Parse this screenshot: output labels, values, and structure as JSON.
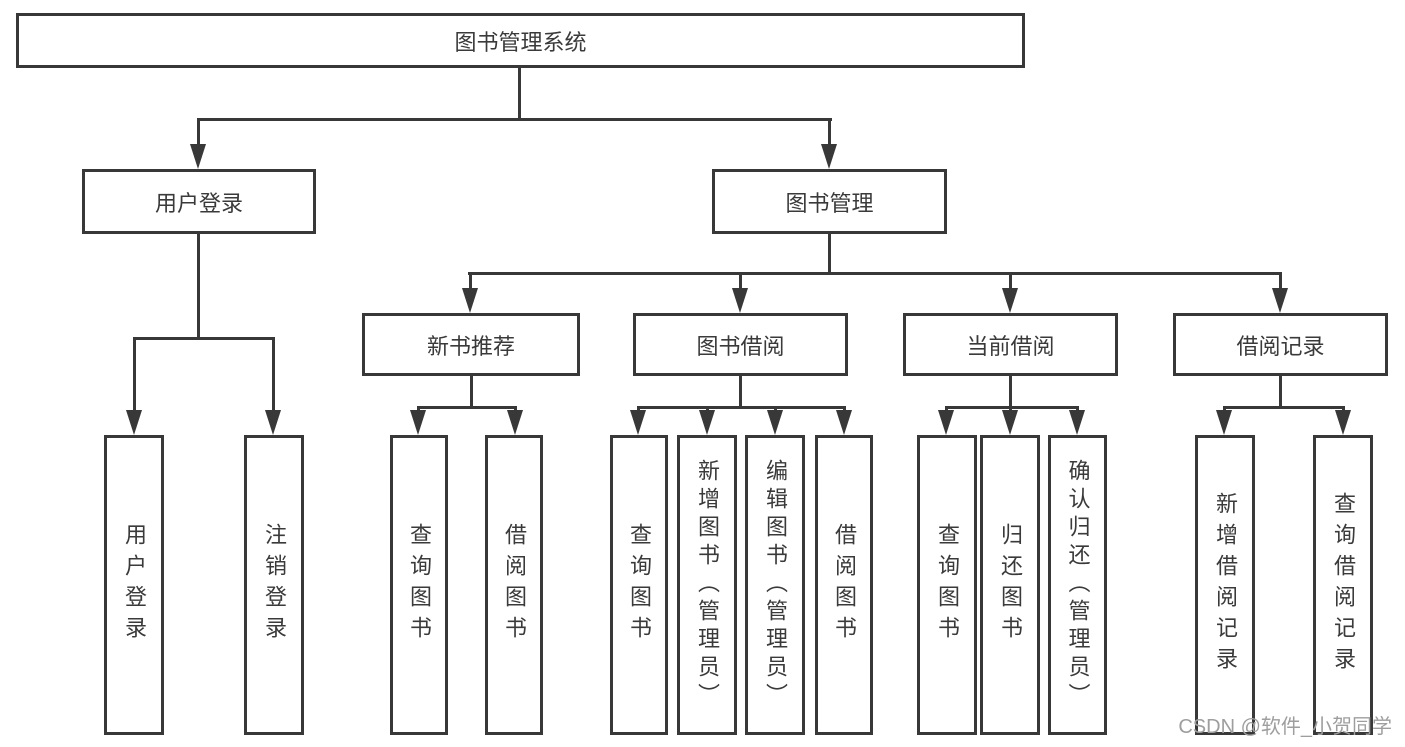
{
  "diagram_type": "hierarchy-tree",
  "colors": {
    "line": "#383838",
    "box_border": "#383838",
    "text": "#3a3a3a",
    "background": "#ffffff",
    "watermark": "#9e9e9e"
  },
  "tree": {
    "label": "图书管理系统",
    "children": [
      {
        "label": "用户登录",
        "children": [
          {
            "label": "用户登录"
          },
          {
            "label": "注销登录"
          }
        ]
      },
      {
        "label": "图书管理",
        "children": [
          {
            "label": "新书推荐",
            "children": [
              {
                "label": "查询图书"
              },
              {
                "label": "借阅图书"
              }
            ]
          },
          {
            "label": "图书借阅",
            "children": [
              {
                "label": "查询图书"
              },
              {
                "label": "新增图书（管理员）"
              },
              {
                "label": "编辑图书（管理员）"
              },
              {
                "label": "借阅图书"
              }
            ]
          },
          {
            "label": "当前借阅",
            "children": [
              {
                "label": "查询图书"
              },
              {
                "label": "归还图书"
              },
              {
                "label": "确认归还（管理员）"
              }
            ]
          },
          {
            "label": "借阅记录",
            "children": [
              {
                "label": "新增借阅记录"
              },
              {
                "label": "查询借阅记录"
              }
            ]
          }
        ]
      }
    ]
  },
  "watermark": "CSDN @软件_小贺同学"
}
